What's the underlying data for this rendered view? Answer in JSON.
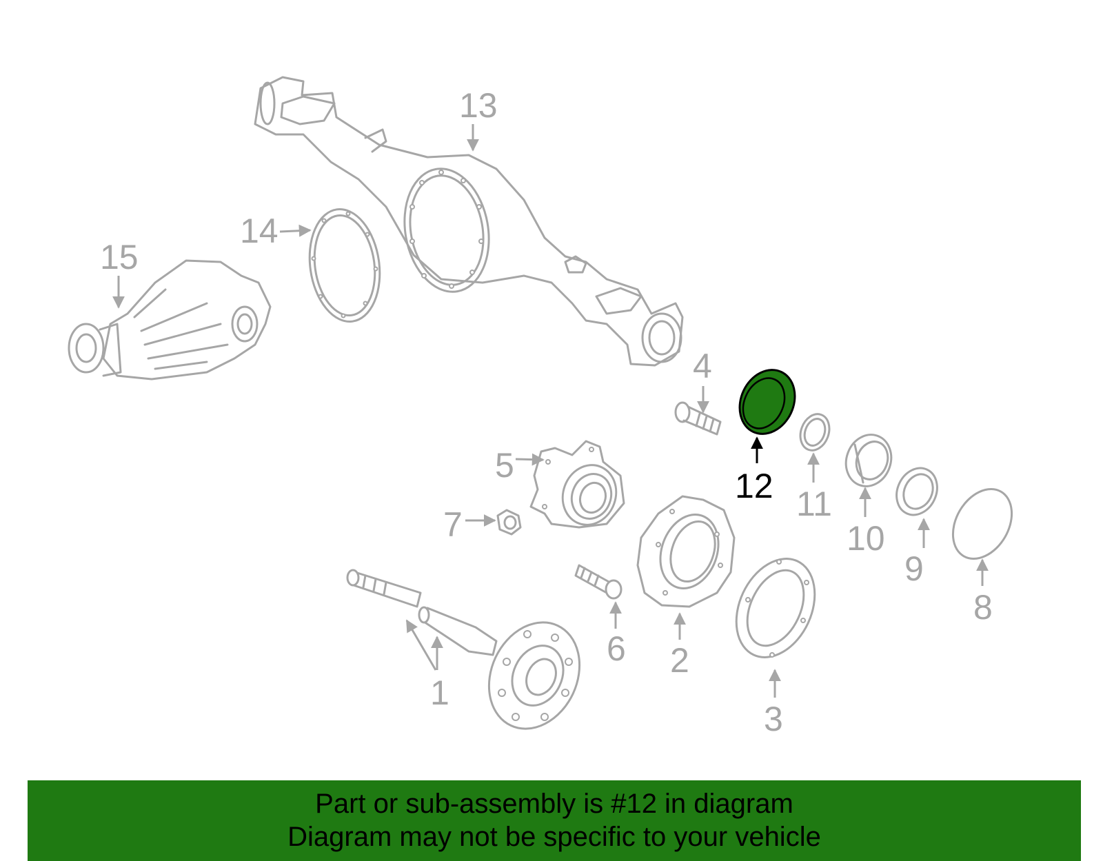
{
  "colors": {
    "part_stroke": "#a6a6a6",
    "highlight_fill": "#1f7a12",
    "highlight_stroke": "#000000",
    "banner_background": "#1f7a12",
    "banner_text": "#000000"
  },
  "highlighted_part": "12",
  "callouts": [
    "1",
    "2",
    "3",
    "4",
    "5",
    "6",
    "7",
    "8",
    "9",
    "10",
    "11",
    "12",
    "13",
    "14",
    "15"
  ],
  "banner": {
    "line1": "Part or sub-assembly is #12 in diagram",
    "line2": "Diagram may not be specific to your vehicle"
  }
}
